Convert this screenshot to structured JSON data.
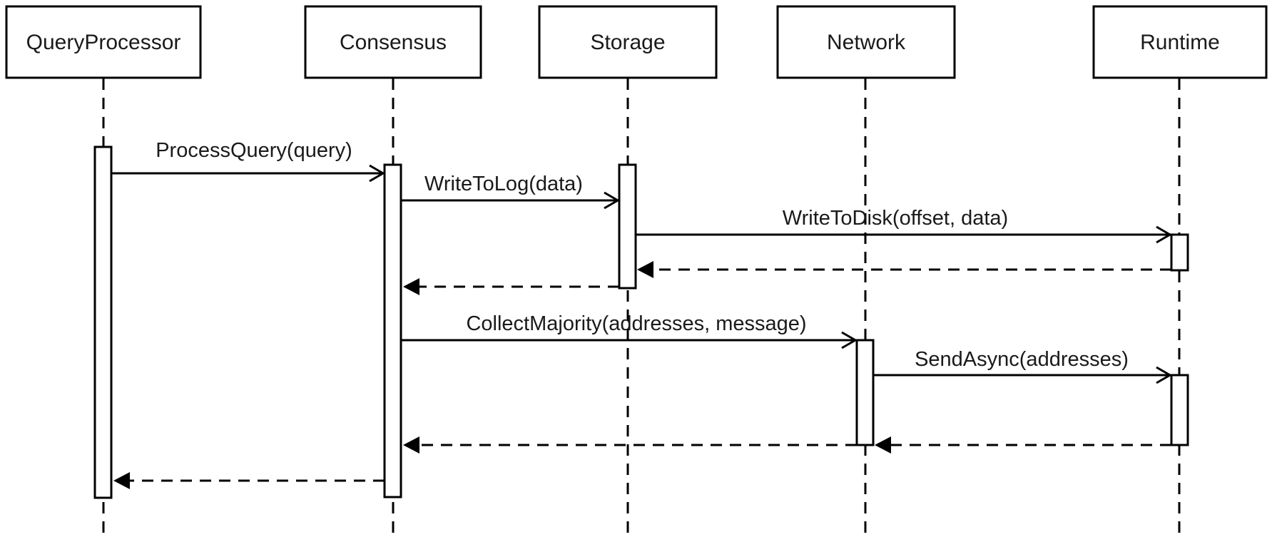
{
  "participants": [
    {
      "id": "qp",
      "label": "QueryProcessor"
    },
    {
      "id": "cons",
      "label": "Consensus"
    },
    {
      "id": "stor",
      "label": "Storage"
    },
    {
      "id": "net",
      "label": "Network"
    },
    {
      "id": "rt",
      "label": "Runtime"
    }
  ],
  "messages": [
    {
      "from": "qp",
      "to": "cons",
      "label": "ProcessQuery(query)",
      "kind": "call"
    },
    {
      "from": "cons",
      "to": "stor",
      "label": "WriteToLog(data)",
      "kind": "call"
    },
    {
      "from": "stor",
      "to": "rt",
      "label": "WriteToDisk(offset, data)",
      "kind": "call"
    },
    {
      "from": "rt",
      "to": "stor",
      "label": "",
      "kind": "return"
    },
    {
      "from": "stor",
      "to": "cons",
      "label": "",
      "kind": "return"
    },
    {
      "from": "cons",
      "to": "net",
      "label": "CollectMajority(addresses, message)",
      "kind": "call"
    },
    {
      "from": "net",
      "to": "rt",
      "label": "SendAsync(addresses)",
      "kind": "call"
    },
    {
      "from": "rt",
      "to": "net",
      "label": "",
      "kind": "return"
    },
    {
      "from": "net",
      "to": "cons",
      "label": "",
      "kind": "return"
    },
    {
      "from": "cons",
      "to": "qp",
      "label": "",
      "kind": "return"
    }
  ]
}
